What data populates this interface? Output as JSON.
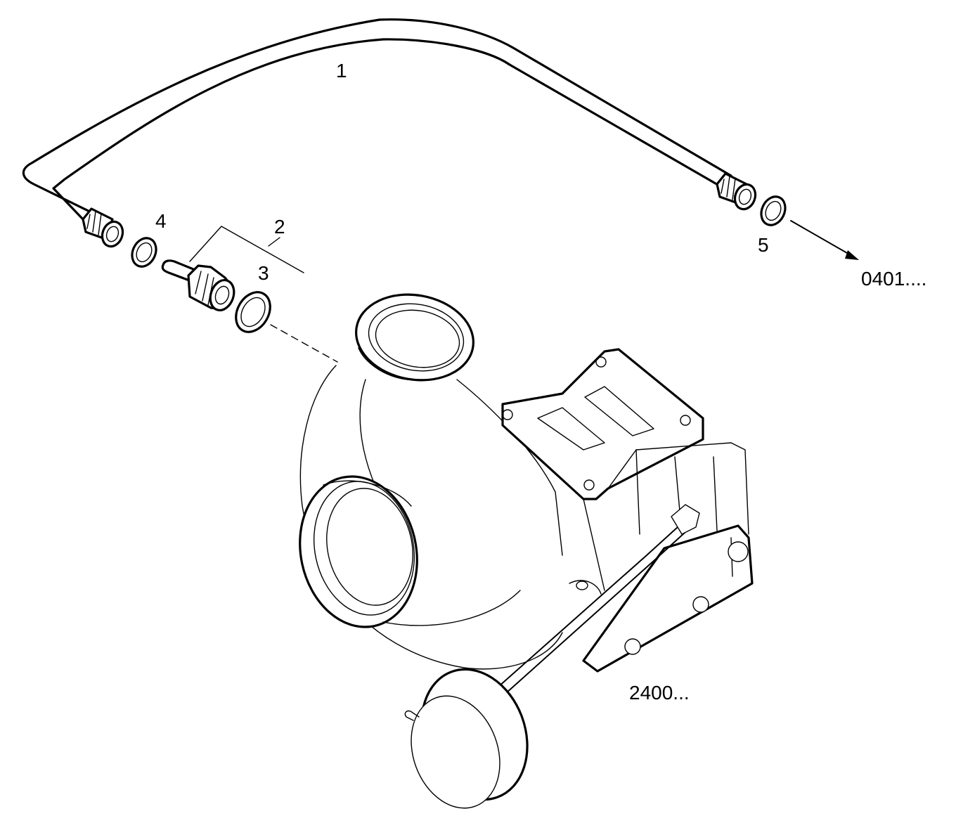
{
  "callouts": {
    "item_1": "1",
    "item_2": "2",
    "item_3": "3",
    "item_4": "4",
    "item_5": "5",
    "ref_upper": "0401....",
    "ref_lower": "2400..."
  },
  "icons": {
    "pipe": "oil-pipe-icon",
    "banjo": "connector-fitting-icon",
    "washer": "sealing-washer-icon",
    "turbo": "turbocharger-icon"
  },
  "colors": {
    "line": "#000000",
    "background": "#ffffff"
  }
}
